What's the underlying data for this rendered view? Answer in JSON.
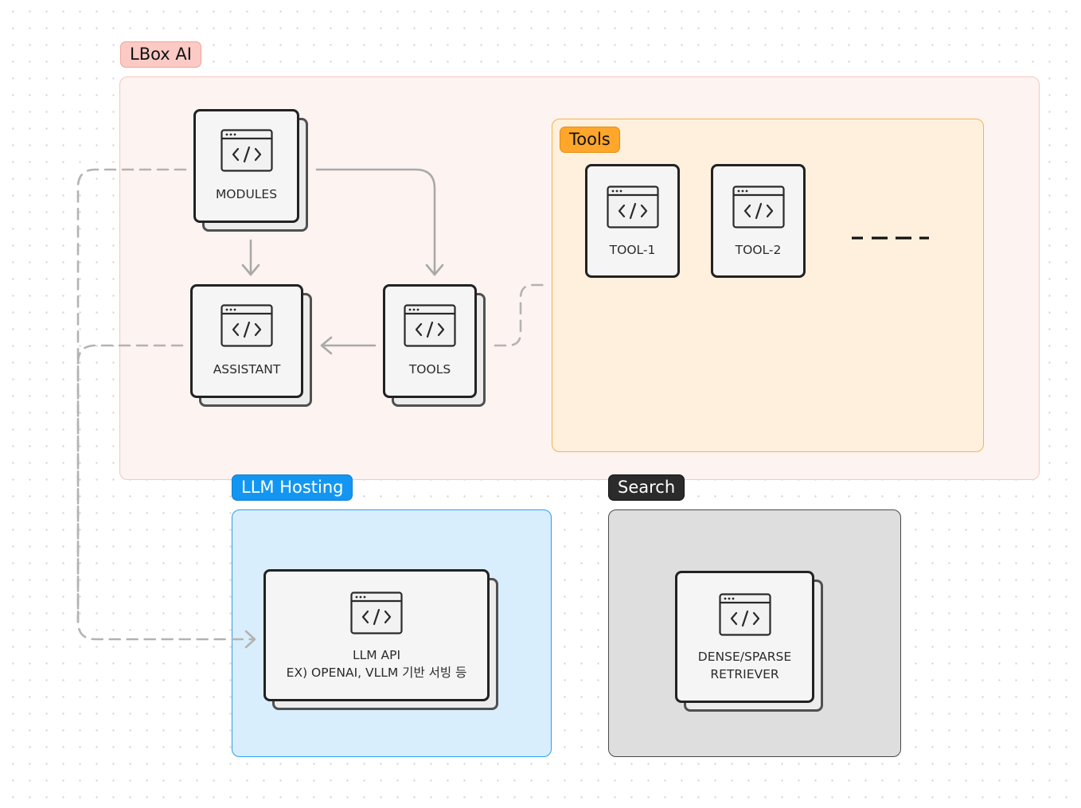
{
  "groups": {
    "lbox_ai": {
      "label": "LBox AI",
      "fill": "#fdf3f1",
      "border": "#f6c7c0",
      "label_bg": "#fbcac5",
      "label_border": "#f1a39a",
      "label_color": "#111111"
    },
    "tools": {
      "label": "Tools",
      "fill": "#fff0dd",
      "border": "#f1b54c",
      "label_bg": "#ffa62b",
      "label_border": "#e48c10",
      "label_color": "#111111"
    },
    "llm_hosting": {
      "label": "LLM Hosting",
      "fill": "#d9eefc",
      "border": "#2d9ef0",
      "label_bg": "#1396f2",
      "label_border": "#0a7fd4",
      "label_color": "#ffffff"
    },
    "search": {
      "label": "Search",
      "fill": "#dedede",
      "border": "#4a4a4a",
      "label_bg": "#2b2b2b",
      "label_border": "#111111",
      "label_color": "#ffffff"
    }
  },
  "nodes": {
    "modules": {
      "label": "MODULES",
      "icon": "code-window-icon"
    },
    "assistant": {
      "label": "ASSISTANT",
      "icon": "code-window-icon"
    },
    "tools": {
      "label": "TOOLS",
      "icon": "code-window-icon"
    },
    "tool_1": {
      "label": "TOOL-1",
      "icon": "code-window-icon"
    },
    "tool_2": {
      "label": "TOOL-2",
      "icon": "code-window-icon"
    },
    "llm_api": {
      "label_line1": "LLM API",
      "label_line2": "EX) OPENAI, VLLM 기반 서빙 등",
      "icon": "code-window-icon"
    },
    "retriever": {
      "label_line1": "DENSE/SPARSE",
      "label_line2": "RETRIEVER",
      "icon": "code-window-icon"
    }
  },
  "connectors": {
    "solid_color": "#a9a9a9",
    "dashed_color": "#b3b3b3",
    "ellipsis_color": "#111111",
    "edges": [
      {
        "from": "modules",
        "to": "assistant",
        "style": "solid"
      },
      {
        "from": "modules",
        "to": "tools",
        "style": "solid"
      },
      {
        "from": "tools",
        "to": "assistant",
        "style": "solid"
      },
      {
        "from": "tools",
        "to": "tools-group",
        "style": "dashed"
      },
      {
        "from": "modules",
        "to": "llm_api",
        "style": "dashed"
      },
      {
        "from": "assistant",
        "to": "llm_api",
        "style": "dashed"
      }
    ]
  }
}
